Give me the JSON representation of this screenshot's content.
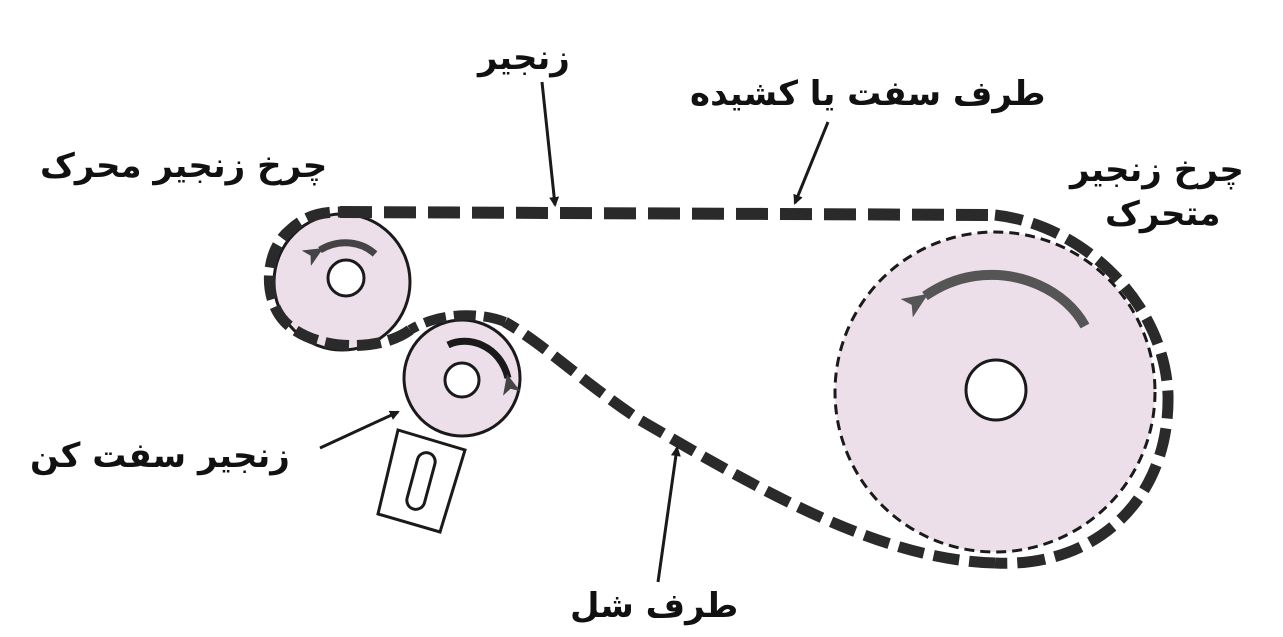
{
  "labels": {
    "chain": "زنجیر",
    "tight_side": "طرف سفت یا کشیده",
    "driver_sprocket": "چرخ زنجیر محرک",
    "driven_sprocket_line1": "چرخ زنجیر",
    "driven_sprocket_line2": "متحرک",
    "tensioner": "زنجیر سفت کن",
    "slack_side": "طرف شل"
  },
  "colors": {
    "wheel_fill": "#ecdfe9",
    "stroke": "#1a1a1a",
    "chain": "#2a2a2a",
    "text": "#111111"
  },
  "icons": {
    "rotation_arrow": "curved-arrow-icon",
    "pointer": "arrow-icon"
  }
}
